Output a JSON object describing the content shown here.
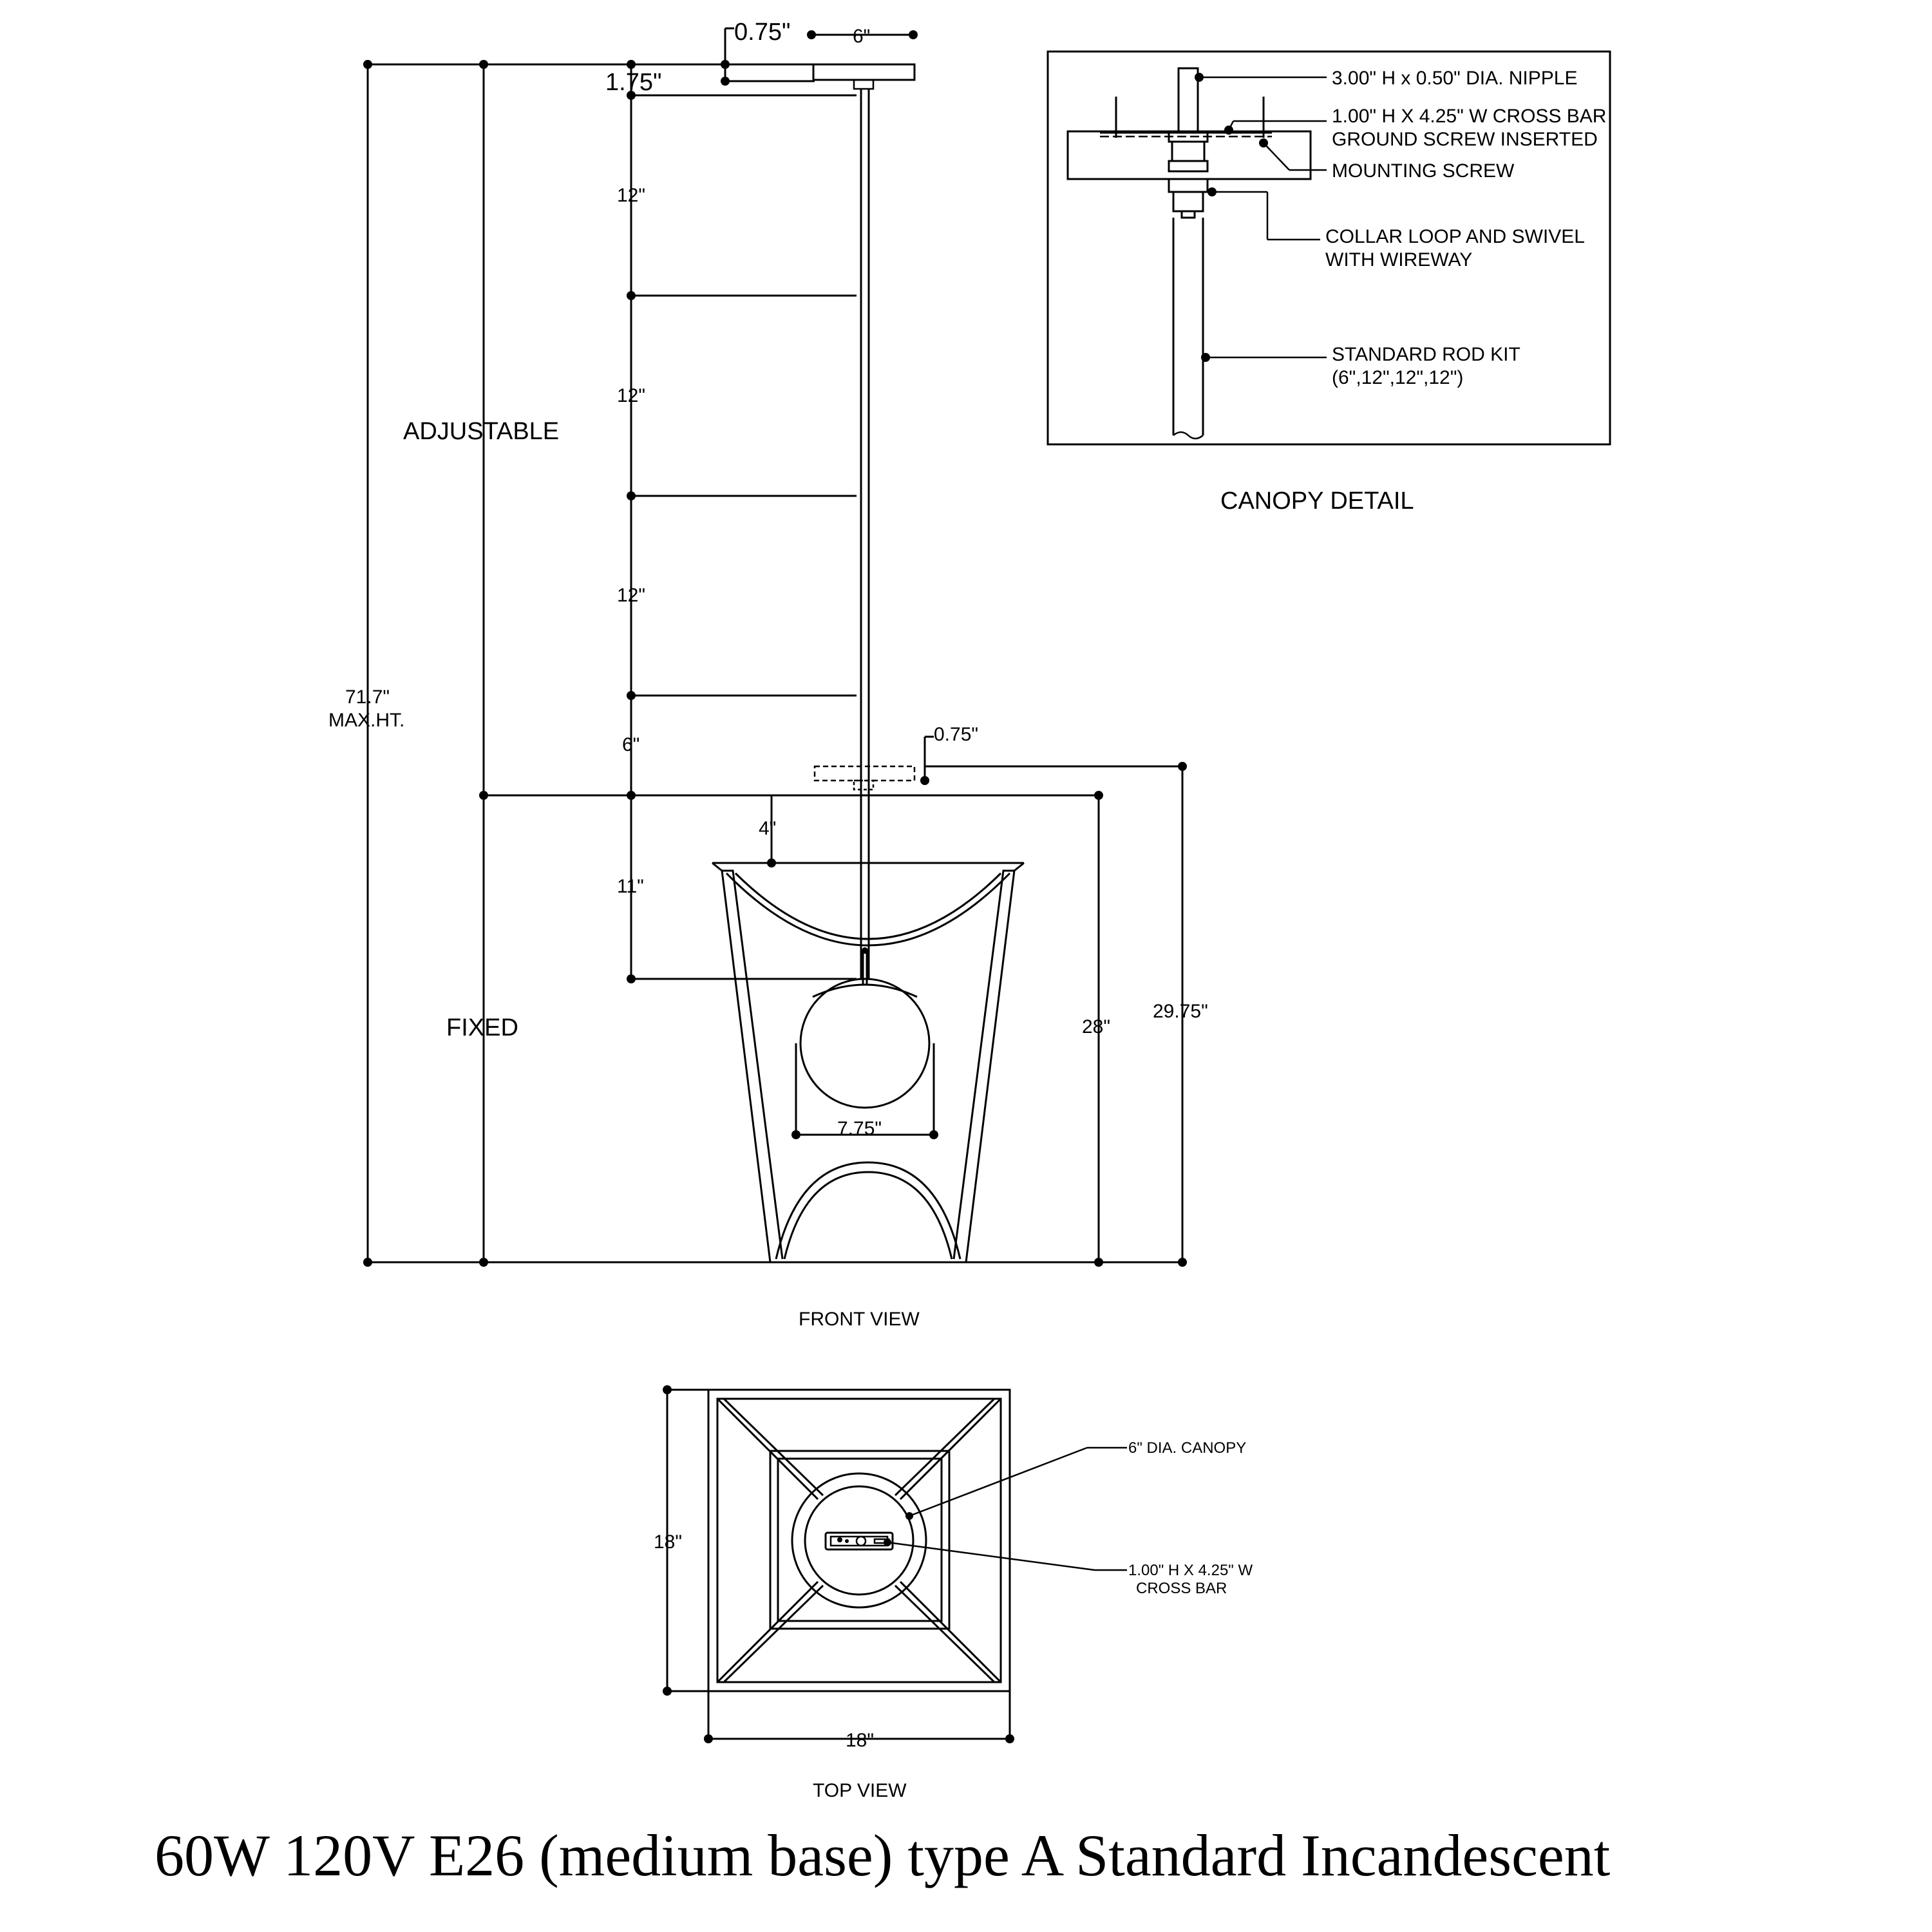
{
  "front_view": {
    "title": "FRONT VIEW",
    "dims": {
      "canopy_offset": "0.75\"",
      "canopy_diameter": "6\"",
      "canopy_height": "1.75\"",
      "rod_1": "12\"",
      "rod_2": "12\"",
      "rod_3": "12\"",
      "rod_4": "6\"",
      "max_height": "71.7\"",
      "max_height_note": "MAX.HT.",
      "adjustable": "ADJUSTABLE",
      "fixed": "FIXED",
      "lower_offset": "0.75\"",
      "collar": "4\"",
      "drop": "11\"",
      "globe": "7.75\"",
      "body_height": "28\"",
      "overall_fixed": "29.75\""
    }
  },
  "canopy_detail": {
    "title": "CANOPY DETAIL",
    "callouts": {
      "nipple": "3.00\" H x 0.50\" DIA. NIPPLE",
      "crossbar_1": "1.00\" H X 4.25\" W CROSS BAR",
      "crossbar_2": "GROUND SCREW INSERTED",
      "mounting": "MOUNTING SCREW",
      "collar_1": "COLLAR LOOP AND SWIVEL",
      "collar_2": "WITH WIREWAY",
      "rod_1": "STANDARD ROD KIT",
      "rod_2": "(6\",12\",12\",12\")"
    }
  },
  "top_view": {
    "title": "TOP VIEW",
    "width": "18\"",
    "depth": "18\"",
    "canopy_label": "6\" DIA. CANOPY",
    "crossbar_1": "1.00\" H X 4.25\" W",
    "crossbar_2": "CROSS BAR"
  },
  "caption": "60W 120V E26 (medium base) type A Standard Incandescent"
}
